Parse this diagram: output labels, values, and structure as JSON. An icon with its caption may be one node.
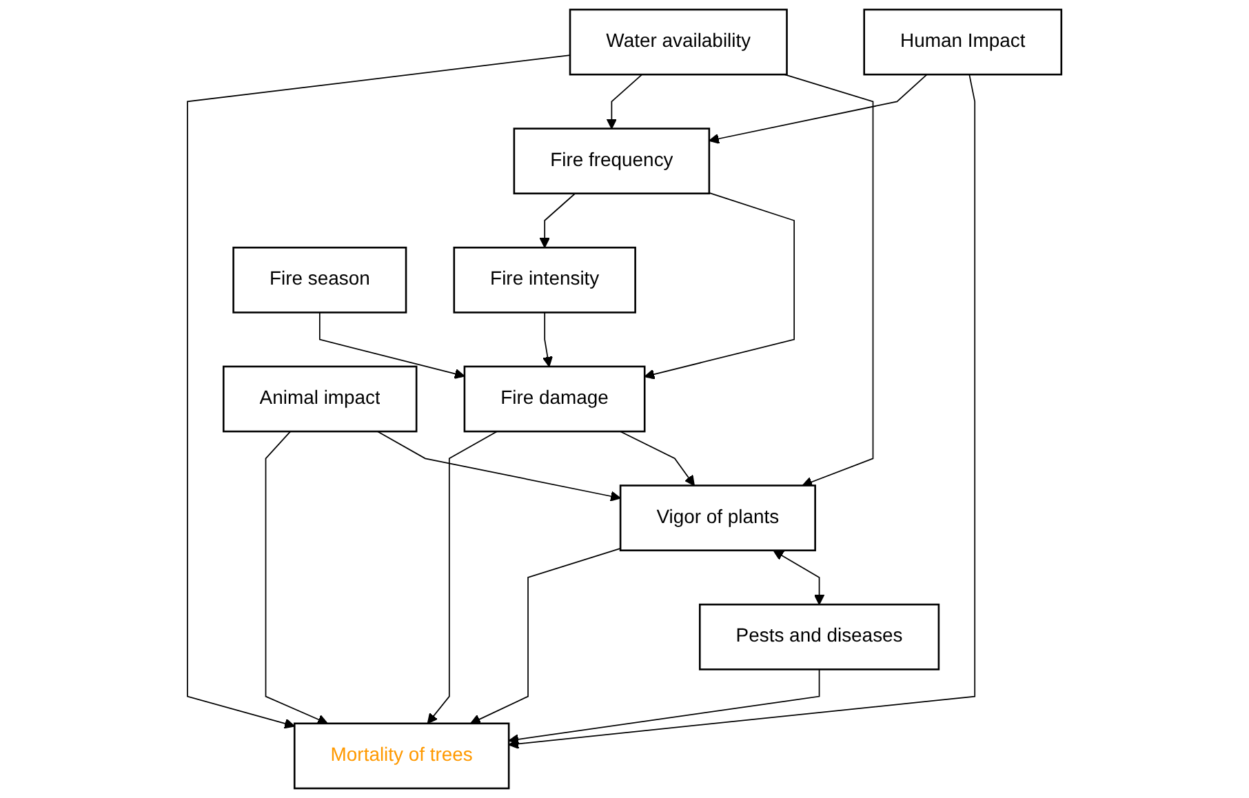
{
  "diagram": {
    "nodes": [
      {
        "text": [
          "Fire intensity"
        ]
      },
      {
        "text": [
          "Fire season"
        ]
      },
      {
        "text": [
          "Water availability"
        ]
      },
      {
        "text": [
          "Human Impact"
        ]
      },
      {
        "text": [
          "Fire frequency"
        ]
      },
      {
        "text": [
          "Fire damage"
        ]
      },
      {
        "text": [
          "Mortality of trees"
        ]
      },
      {
        "text": [
          "Animal impact"
        ]
      },
      {
        "text": [
          "Vigor of plants"
        ]
      },
      {
        "text": [
          "Pests and diseases"
        ]
      }
    ],
    "edges": [
      {
        "from": 4,
        "to": 0,
        "arrow": "to"
      },
      {
        "from": 0,
        "to": 5,
        "arrow": "to"
      },
      {
        "from": 1,
        "to": 5,
        "arrow": "to"
      },
      {
        "from": 2,
        "to": 6,
        "arrow": "to"
      },
      {
        "from": 2,
        "to": 4,
        "arrow": "to"
      },
      {
        "from": 2,
        "to": 8,
        "arrow": "to"
      },
      {
        "from": 3,
        "to": 4,
        "arrow": "to"
      },
      {
        "from": 3,
        "to": 6,
        "arrow": "to"
      },
      {
        "from": 4,
        "to": 5,
        "arrow": "to"
      },
      {
        "from": 5,
        "to": 6,
        "arrow": "to"
      },
      {
        "from": 5,
        "to": 8,
        "arrow": "to"
      },
      {
        "from": 8,
        "to": 6,
        "arrow": "to"
      },
      {
        "from": 9,
        "to": 6,
        "arrow": "to"
      },
      {
        "from": 8,
        "to": 9,
        "arrow": "both"
      },
      {
        "from": 7,
        "to": 6,
        "arrow": "to"
      },
      {
        "from": 7,
        "to": 8,
        "arrow": "to"
      }
    ]
  }
}
